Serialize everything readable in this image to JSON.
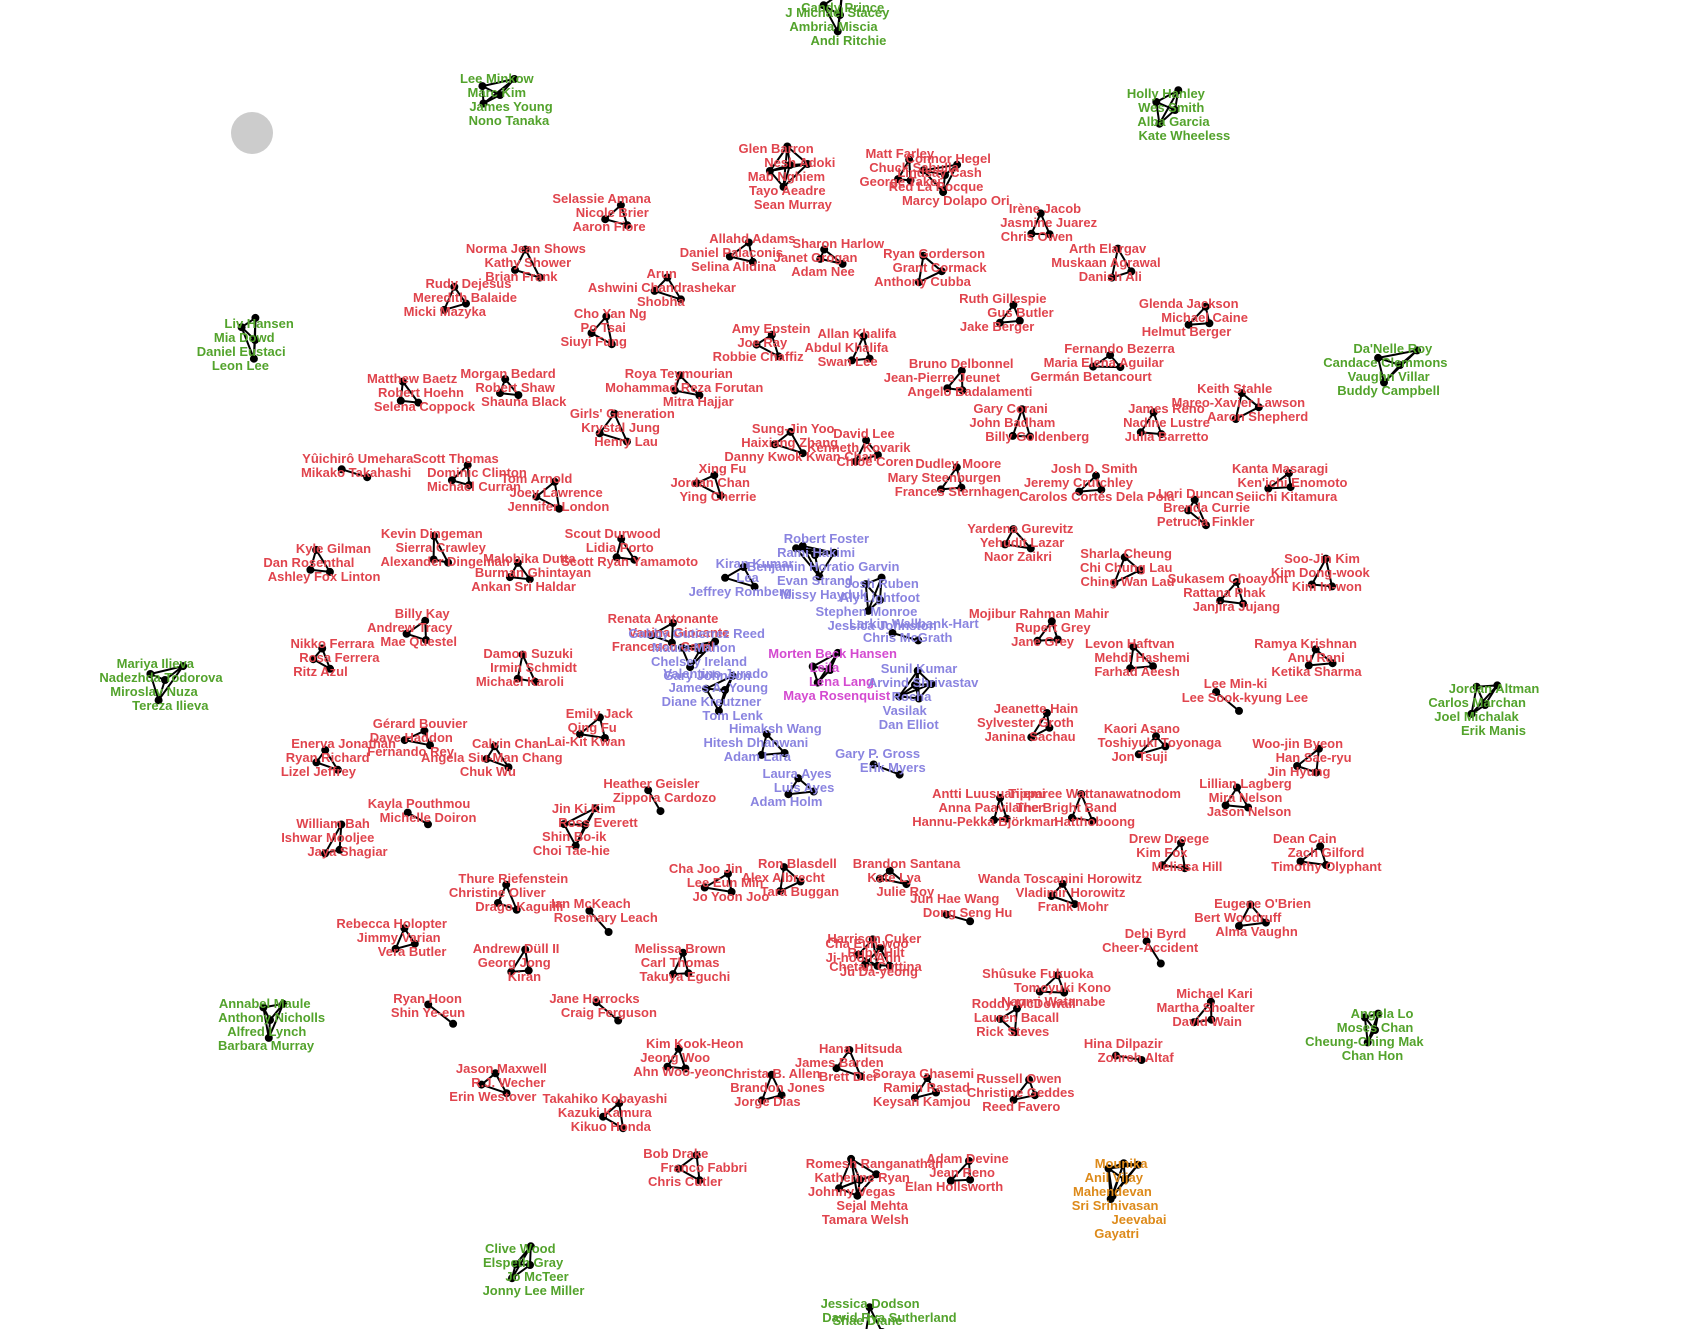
{
  "colors": {
    "red": "#e0444d",
    "green": "#53a32c",
    "purple": "#8a84e0",
    "magenta": "#d44ad0",
    "orange": "#dd8a1a",
    "edge": "#000000",
    "node": "#000000",
    "marker": "#cccccc"
  },
  "graph": {
    "clusters": [
      {
        "color": "green",
        "names": [
          "Candy Prince",
          "J Michael Stacey",
          "Ambria Miscia",
          "Andi Ritchie"
        ]
      },
      {
        "color": "green",
        "names": [
          "Lee Minkow",
          "Marc Kim",
          "James Young",
          "Nono Tanaka"
        ]
      },
      {
        "color": "green",
        "names": [
          "Holly Hanley",
          "Wes Smith",
          "Alba Garcia",
          "Kate Wheeless"
        ]
      },
      {
        "color": "red",
        "names": [
          "Glen Barron",
          "Nesh Adoki",
          "Mab Nghiem",
          "Tayo Aeadre",
          "Sean Murray"
        ]
      },
      {
        "color": "red",
        "names": [
          "Matt Farley",
          "Chuck Sabulla",
          "George Takei"
        ]
      },
      {
        "color": "red",
        "names": [
          "Connor Hegel",
          "Lindsay Cash",
          "Red La Rocque",
          "Marcy Dolapo Ori"
        ]
      },
      {
        "color": "red",
        "names": [
          "Selassie Amana",
          "Nicole Brier",
          "Aaron Fiore"
        ]
      },
      {
        "color": "red",
        "names": [
          "Allahd Adams",
          "Daniel Palaconis",
          "Selina Alidina"
        ]
      },
      {
        "color": "red",
        "names": [
          "Sharon Harlow",
          "Janet Grogan",
          "Adam Nee"
        ]
      },
      {
        "color": "red",
        "names": [
          "Ryan Gorderson",
          "Grant Cormack",
          "Anthony Cubba"
        ]
      },
      {
        "color": "red",
        "names": [
          "Irène Jacob",
          "Jasmine Juarez",
          "Chris Owen"
        ]
      },
      {
        "color": "red",
        "names": [
          "Norma Jean Shows",
          "Kathy Shower",
          "Brian Frank"
        ]
      },
      {
        "color": "red",
        "names": [
          "Arun",
          "Ashwini Chandrashekar",
          "Shobha"
        ]
      },
      {
        "color": "red",
        "names": [
          "Arth Elargav",
          "Muskaan Agrawal",
          "Danish Ali"
        ]
      },
      {
        "color": "red",
        "names": [
          "Rudy Dejesus",
          "Meredith Balaide",
          "Micki Mazyka"
        ]
      },
      {
        "color": "green",
        "names": [
          "Liv Hansen",
          "Mia Dowd",
          "Daniel Eustaci",
          "Leon Lee"
        ]
      },
      {
        "color": "red",
        "names": [
          "Cho Yan Ng",
          "Po Tsai",
          "Siuyi Fung"
        ]
      },
      {
        "color": "red",
        "names": [
          "Amy Epstein",
          "Joe Ray",
          "Robbie Chaffiz"
        ]
      },
      {
        "color": "red",
        "names": [
          "Allan Khalifa",
          "Abdul Khalifa",
          "Swan Lee"
        ]
      },
      {
        "color": "red",
        "names": [
          "Ruth Gillespie",
          "Gus Butler",
          "Jake Berger"
        ]
      },
      {
        "color": "red",
        "names": [
          "Glenda Jackson",
          "Michael Caine",
          "Helmut Berger"
        ]
      },
      {
        "color": "red",
        "names": [
          "Fernando Bezerra",
          "Maria Elena Aguilar",
          "Germán Betancourt"
        ]
      },
      {
        "color": "green",
        "names": [
          "Da'Nelle Roy",
          "Candace Clemmons",
          "Vaughn Villar",
          "Buddy Campbell"
        ]
      },
      {
        "color": "red",
        "names": [
          "Bruno Delbonnel",
          "Jean-Pierre Jeunet",
          "Angelo Badalamenti"
        ]
      },
      {
        "color": "red",
        "names": [
          "Matthew Baetz",
          "Robert Hoehn",
          "Selena Coppock"
        ]
      },
      {
        "color": "red",
        "names": [
          "Morgan Bedard",
          "Robert Shaw",
          "Shauna Black"
        ]
      },
      {
        "color": "red",
        "names": [
          "Roya Teymourian",
          "Mohammad Reza Forutan",
          "Mitra Hajjar"
        ]
      },
      {
        "color": "red",
        "names": [
          "Keith Stahle",
          "Mareo-Xavier Lawson",
          "Aaron Shepherd"
        ]
      },
      {
        "color": "red",
        "names": [
          "Gary Corani",
          "John Badham",
          "Billy Goldenberg"
        ]
      },
      {
        "color": "red",
        "names": [
          "James Reno",
          "Nadine Lustre",
          "Julia Barretto"
        ]
      },
      {
        "color": "red",
        "names": [
          "Girls' Generation",
          "Krystal Jung",
          "Henry Lau"
        ]
      },
      {
        "color": "red",
        "names": [
          "Sung-Jin Yoo",
          "Haixiang Zhang",
          "Danny Kwok Kwan Chan"
        ]
      },
      {
        "color": "red",
        "names": [
          "David Lee",
          "Kenneth Kovarik",
          "Chloe Coren"
        ]
      },
      {
        "color": "red",
        "names": [
          "Yûichirô Umehara",
          "Mikako Takahashi"
        ]
      },
      {
        "color": "red",
        "names": [
          "Scott Thomas",
          "Dominic Clinton",
          "Michael Curran"
        ]
      },
      {
        "color": "red",
        "names": [
          "Tom Arnold",
          "Joey Lawrence",
          "Jennifer London"
        ]
      },
      {
        "color": "red",
        "names": [
          "Xing Fu",
          "Jordan Chan",
          "Ying Cherrie"
        ]
      },
      {
        "color": "red",
        "names": [
          "Dudley Moore",
          "Mary Steenburgen",
          "Frances Sternhagen"
        ]
      },
      {
        "color": "red",
        "names": [
          "Josh D. Smith",
          "Jeremy Crutchley",
          "Carolos Cortés Dela Pola"
        ]
      },
      {
        "color": "red",
        "names": [
          "Kanta Masaragi",
          "Ken'ichi Enomoto",
          "Seiichi Kitamura"
        ]
      },
      {
        "color": "red",
        "names": [
          "Lori Duncan",
          "Brenda Currie",
          "Petrucia Finkler"
        ]
      },
      {
        "color": "red",
        "names": [
          "Kevin Dingeman",
          "Sierra Crawley",
          "Alexander Dingeman"
        ]
      },
      {
        "color": "red",
        "names": [
          "Scout Durwood",
          "Lidia Porto",
          "Scott Ryan Yamamoto"
        ]
      },
      {
        "color": "red",
        "names": [
          "Kyle Gilman",
          "Dan Rosenthal",
          "Ashley Fox Linton"
        ]
      },
      {
        "color": "red",
        "names": [
          "Malobika Dutta",
          "Burman Ghintayan",
          "Ankan Sri Haldar"
        ]
      },
      {
        "color": "red",
        "names": [
          "Yardena Gurevitz",
          "Yehudit Lazar",
          "Naor Zaikri"
        ]
      },
      {
        "color": "red",
        "names": [
          "Sharla Cheung",
          "Chi Chung Lau",
          "Ching Wan Lau"
        ]
      },
      {
        "color": "red",
        "names": [
          "Soo-Jin Kim",
          "Kim Dong-wook",
          "Kim In-won"
        ]
      },
      {
        "color": "red",
        "names": [
          "Sukasem Choayont",
          "Rattana Phak",
          "Janjira Jujang"
        ]
      },
      {
        "color": "purple",
        "names": [
          "Robert Foster",
          "Rami Hakimi",
          "Benjamin Horatio Garvin",
          "Evan Strand",
          "Missy Hayduk"
        ]
      },
      {
        "color": "purple",
        "names": [
          "Kiran Kumar",
          "Lea",
          "Jeffrey Romberg"
        ]
      },
      {
        "color": "purple",
        "names": [
          "Josh Ruben",
          "Aly Lightfoot",
          "Stephen Monroe",
          "Jessica Johnston"
        ]
      },
      {
        "color": "purple",
        "names": [
          "Larkin Wallbank-Hart",
          "Chris McGrath"
        ]
      },
      {
        "color": "red",
        "names": [
          "Billy Kay",
          "Andrew Tracy",
          "Mae Questel"
        ]
      },
      {
        "color": "red",
        "names": [
          "Renata Antonante",
          "Vanina Giocante",
          "Francesco Carril"
        ]
      },
      {
        "color": "red",
        "names": [
          "Mojibur Rahman Mahir",
          "Rupert Grey",
          "Jane Grey"
        ]
      },
      {
        "color": "red",
        "names": [
          "Levon Haftvan",
          "Mehdi Hashemi",
          "Farhad Aeesh"
        ]
      },
      {
        "color": "red",
        "names": [
          "Ramya Krishnan",
          "Anu Rani",
          "Ketika Sharma"
        ]
      },
      {
        "color": "green",
        "names": [
          "Mariya Ilieva",
          "Nadezhda Todorova",
          "Miroslav Nuza",
          "Tereza Ilieva"
        ]
      },
      {
        "color": "red",
        "names": [
          "Nikko Ferrara",
          "Rosa Ferrera",
          "Ritz Azul"
        ]
      },
      {
        "color": "red",
        "names": [
          "Damon Suzuki",
          "Irmin Schmidt",
          "Michael Karoli"
        ]
      },
      {
        "color": "magenta",
        "names": [
          "Morten Beck Hansen",
          "Leila",
          "Lena Lang",
          "Maya Rosenquist"
        ]
      },
      {
        "color": "purple",
        "names": [
          "Gabby Gutierrez Reed",
          "Maura Mahon",
          "Chelsey Ireland",
          "Gary Johnson"
        ]
      },
      {
        "color": "purple",
        "names": [
          "Valentino Jurado",
          "James A. Young",
          "Diane Kreutzner",
          "Tom Lenk"
        ]
      },
      {
        "color": "purple",
        "names": [
          "Sunil Kumar",
          "Arvind Shrivastav",
          "Rocha",
          "Vasilak",
          "Dan Elliot"
        ]
      },
      {
        "color": "green",
        "names": [
          "Jordan Altman",
          "Carlos Marchan",
          "Joel Michalak",
          "Erik Manis"
        ]
      },
      {
        "color": "red",
        "names": [
          "Lee Min-ki",
          "Lee Sook-kyung Lee"
        ]
      },
      {
        "color": "red",
        "names": [
          "Emily Jack",
          "Qing Fu",
          "Lai-Kit Kwan"
        ]
      },
      {
        "color": "red",
        "names": [
          "Gérard Bouvier",
          "Dave Haddon",
          "Fernando Rey"
        ]
      },
      {
        "color": "red",
        "names": [
          "Jeanette Hain",
          "Sylvester Groth",
          "Janina Sachau"
        ]
      },
      {
        "color": "red",
        "names": [
          "Kaori Asano",
          "Toshiyuki Toyonaga",
          "Jon Tsuji"
        ]
      },
      {
        "color": "red",
        "names": [
          "Woo-jin Byeon",
          "Han Sae-ryu",
          "Jin Hyung"
        ]
      },
      {
        "color": "red",
        "names": [
          "Enerva Jonathan",
          "Ryan Richard",
          "Lizel Jeffrey"
        ]
      },
      {
        "color": "red",
        "names": [
          "Calvin Chan",
          "Angela Siu-Man Chang",
          "Chuk Wu"
        ]
      },
      {
        "color": "purple",
        "names": [
          "Himaksh Wang",
          "Hitesh Dhanwani",
          "Adam Lara"
        ]
      },
      {
        "color": "purple",
        "names": [
          "Gary P. Gross",
          "Erik Myers"
        ]
      },
      {
        "color": "purple",
        "names": [
          "Laura Ayes",
          "Luis Ayes",
          "Adam Holm"
        ]
      },
      {
        "color": "red",
        "names": [
          "Heather Geisler",
          "Zippora Cardozo"
        ]
      },
      {
        "color": "red",
        "names": [
          "Antti Luusuaniemi",
          "Anna Paavilainen",
          "Hannu-Pekka Björkman"
        ]
      },
      {
        "color": "red",
        "names": [
          "Tipparee Wattanawatnodom",
          "The Bright Band",
          "Hatthoboong"
        ]
      },
      {
        "color": "red",
        "names": [
          "Lillian Lagberg",
          "Mira Nelson",
          "Jason Nelson"
        ]
      },
      {
        "color": "red",
        "names": [
          "Kayla Pouthmou",
          "Michelle Doiron"
        ]
      },
      {
        "color": "red",
        "names": [
          "Jin Ki Kim",
          "Ross Everett",
          "Shin Bo-ik",
          "Choi Tae-hie"
        ]
      },
      {
        "color": "red",
        "names": [
          "William Bah",
          "Ishwar Mooljee",
          "Jaya Shagiar"
        ]
      },
      {
        "color": "red",
        "names": [
          "Drew Droege",
          "Kim Fox",
          "Melissa Hill"
        ]
      },
      {
        "color": "red",
        "names": [
          "Dean Cain",
          "Zach Gilford",
          "Timothy Olyphant"
        ]
      },
      {
        "color": "red",
        "names": [
          "Cha Joo Jin",
          "Lee Eun Min",
          "Jo Yoon Joo"
        ]
      },
      {
        "color": "red",
        "names": [
          "Brandon Santana",
          "Kate Lya",
          "Julie Roy"
        ]
      },
      {
        "color": "red",
        "names": [
          "Ron Blasdell",
          "Alex Albrecht",
          "Tara Buggan"
        ]
      },
      {
        "color": "red",
        "names": [
          "Thure Riefenstein",
          "Christine Oliver",
          "Drago Kaguilli"
        ]
      },
      {
        "color": "red",
        "names": [
          "Ian McKeach",
          "Rosemary Leach"
        ]
      },
      {
        "color": "red",
        "names": [
          "Wanda Toscanini Horowitz",
          "Vladimir Horowitz",
          "Frank Mohr"
        ]
      },
      {
        "color": "red",
        "names": [
          "Jun Hae Wang",
          "Dong Seng Hu"
        ]
      },
      {
        "color": "red",
        "names": [
          "Rebecca Holopter",
          "Jimmy Varian",
          "Vera Butler"
        ]
      },
      {
        "color": "red",
        "names": [
          "Eugene O'Brien",
          "Bert Woodruff",
          "Alma Vaughn"
        ]
      },
      {
        "color": "red",
        "names": [
          "Debi Byrd",
          "Cheer-Accident"
        ]
      },
      {
        "color": "red",
        "names": [
          "Harrison Cuker",
          "Ruby Hilt",
          "Chetan Cuttina"
        ]
      },
      {
        "color": "red",
        "names": [
          "Melissa Brown",
          "Carl Thomas",
          "Takuya Eguchi"
        ]
      },
      {
        "color": "red",
        "names": [
          "Andrew Düll II",
          "Georg Jong",
          "Kiran"
        ]
      },
      {
        "color": "red",
        "names": [
          "Cha Eun-woo",
          "Ji-hoon Ahn",
          "Ju Da-yeong"
        ]
      },
      {
        "color": "red",
        "names": [
          "Shûsuke Fukuoka",
          "Tomoyuki Kono",
          "Naomi Watanabe"
        ]
      },
      {
        "color": "red",
        "names": [
          "Roddy McDowall",
          "Lauren Bacall",
          "Rick Steves"
        ]
      },
      {
        "color": "red",
        "names": [
          "Michael Kari",
          "Martha Shoalter",
          "David Wain"
        ]
      },
      {
        "color": "green",
        "names": [
          "Annabel Maule",
          "Anthony Nicholls",
          "Alfred Lynch",
          "Barbara Murray"
        ]
      },
      {
        "color": "red",
        "names": [
          "Ryan Hoon",
          "Shin Ye-eun"
        ]
      },
      {
        "color": "red",
        "names": [
          "Jane Horrocks",
          "Craig Ferguson"
        ]
      },
      {
        "color": "green",
        "names": [
          "Angela Lo",
          "Moses Chan",
          "Cheung-Ching Mak",
          "Chan Hon"
        ]
      },
      {
        "color": "red",
        "names": [
          "Hina Dilpazir",
          "Zohreh Altaf"
        ]
      },
      {
        "color": "red",
        "names": [
          "Kim Kook-Heon",
          "Jeong Woo",
          "Ahn Woo-yeon"
        ]
      },
      {
        "color": "red",
        "names": [
          "Hana Hitsuda",
          "James Barden",
          "Brett Dier"
        ]
      },
      {
        "color": "red",
        "names": [
          "Jason Maxwell",
          "R.J. Wecher",
          "Erin Westover"
        ]
      },
      {
        "color": "red",
        "names": [
          "Christa B. Allen",
          "Brandon Jones",
          "Jorge Dias"
        ]
      },
      {
        "color": "red",
        "names": [
          "Soraya Ghasemi",
          "Ramin Rastad",
          "Keysan Kamjou"
        ]
      },
      {
        "color": "red",
        "names": [
          "Russell Owen",
          "Christine Geddes",
          "Reed Favero"
        ]
      },
      {
        "color": "red",
        "names": [
          "Takahiko Kobayashi",
          "Kazuki Kamura",
          "Kikuo Honda"
        ]
      },
      {
        "color": "red",
        "names": [
          "Bob Drake",
          "Franco Fabbri",
          "Chris Cutler"
        ]
      },
      {
        "color": "red",
        "names": [
          "Romesh Ranganathan",
          "Katherine Ryan",
          "Johnny Vegas",
          "Sejal Mehta",
          "Tamara Welsh"
        ]
      },
      {
        "color": "red",
        "names": [
          "Adam Devine",
          "Jean Reno",
          "Elan Hollsworth"
        ]
      },
      {
        "color": "orange",
        "names": [
          "Mounika",
          "Anil Vijay",
          "Mahendevan",
          "Sri Srinivasan",
          "Jeevabai",
          "Gayatri"
        ]
      },
      {
        "color": "green",
        "names": [
          "Clive Wood",
          "Elspeth Gray",
          "Jo McTeer",
          "Jonny Lee Miller"
        ]
      },
      {
        "color": "green",
        "names": [
          "Jessica Dodson",
          "David Rya Sutherland",
          "Shae Diane"
        ]
      }
    ]
  }
}
